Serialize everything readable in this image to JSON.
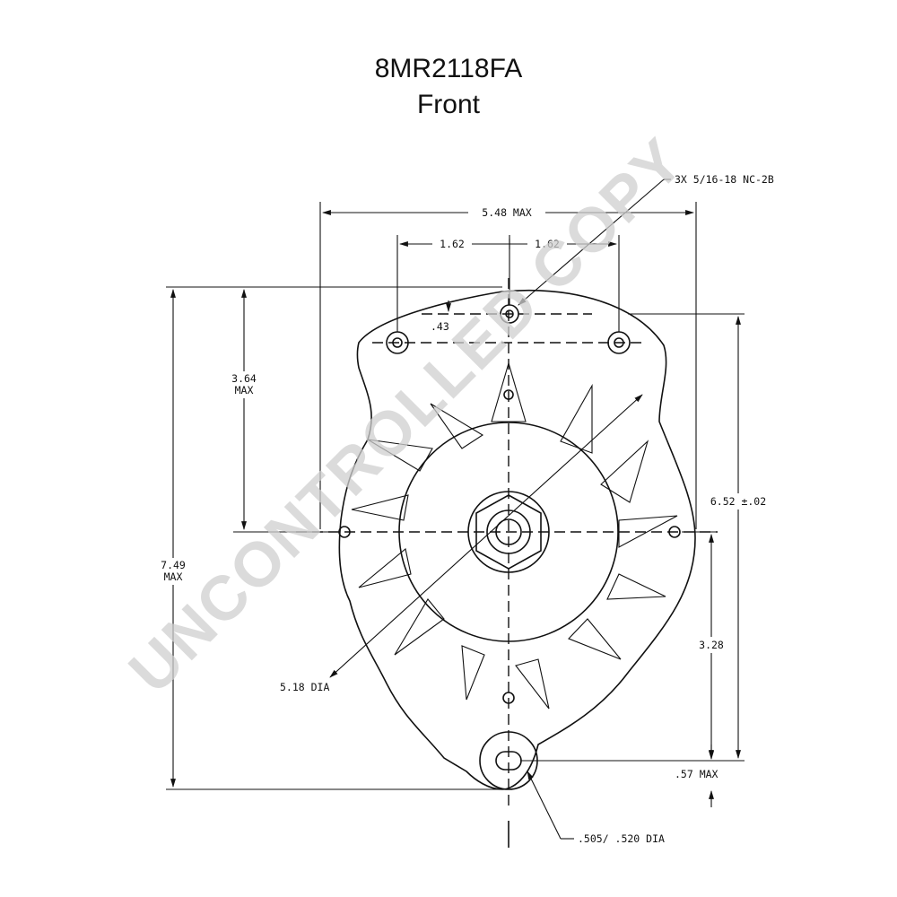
{
  "header": {
    "part_number": "8MR2118FA",
    "view": "Front"
  },
  "dimensions": {
    "bolt_callout": "3X 5/16-18 NC-2B",
    "overall_width": "5.48 MAX",
    "left_half_spacing": "1.62",
    "right_half_spacing": "1.62",
    "top_offset": ".43",
    "upper_height_value": "3.64",
    "upper_height_suffix": "MAX",
    "overall_height_value": "7.49",
    "overall_height_suffix": "MAX",
    "mount_height": "6.52 ±.02",
    "lower_height": "3.28",
    "pulley_diameter": "5.18 DIA",
    "bottom_offset": ".57 MAX",
    "mount_bore": ".505/ .520 DIA"
  },
  "watermark": "UNCONTROLLED COPY"
}
